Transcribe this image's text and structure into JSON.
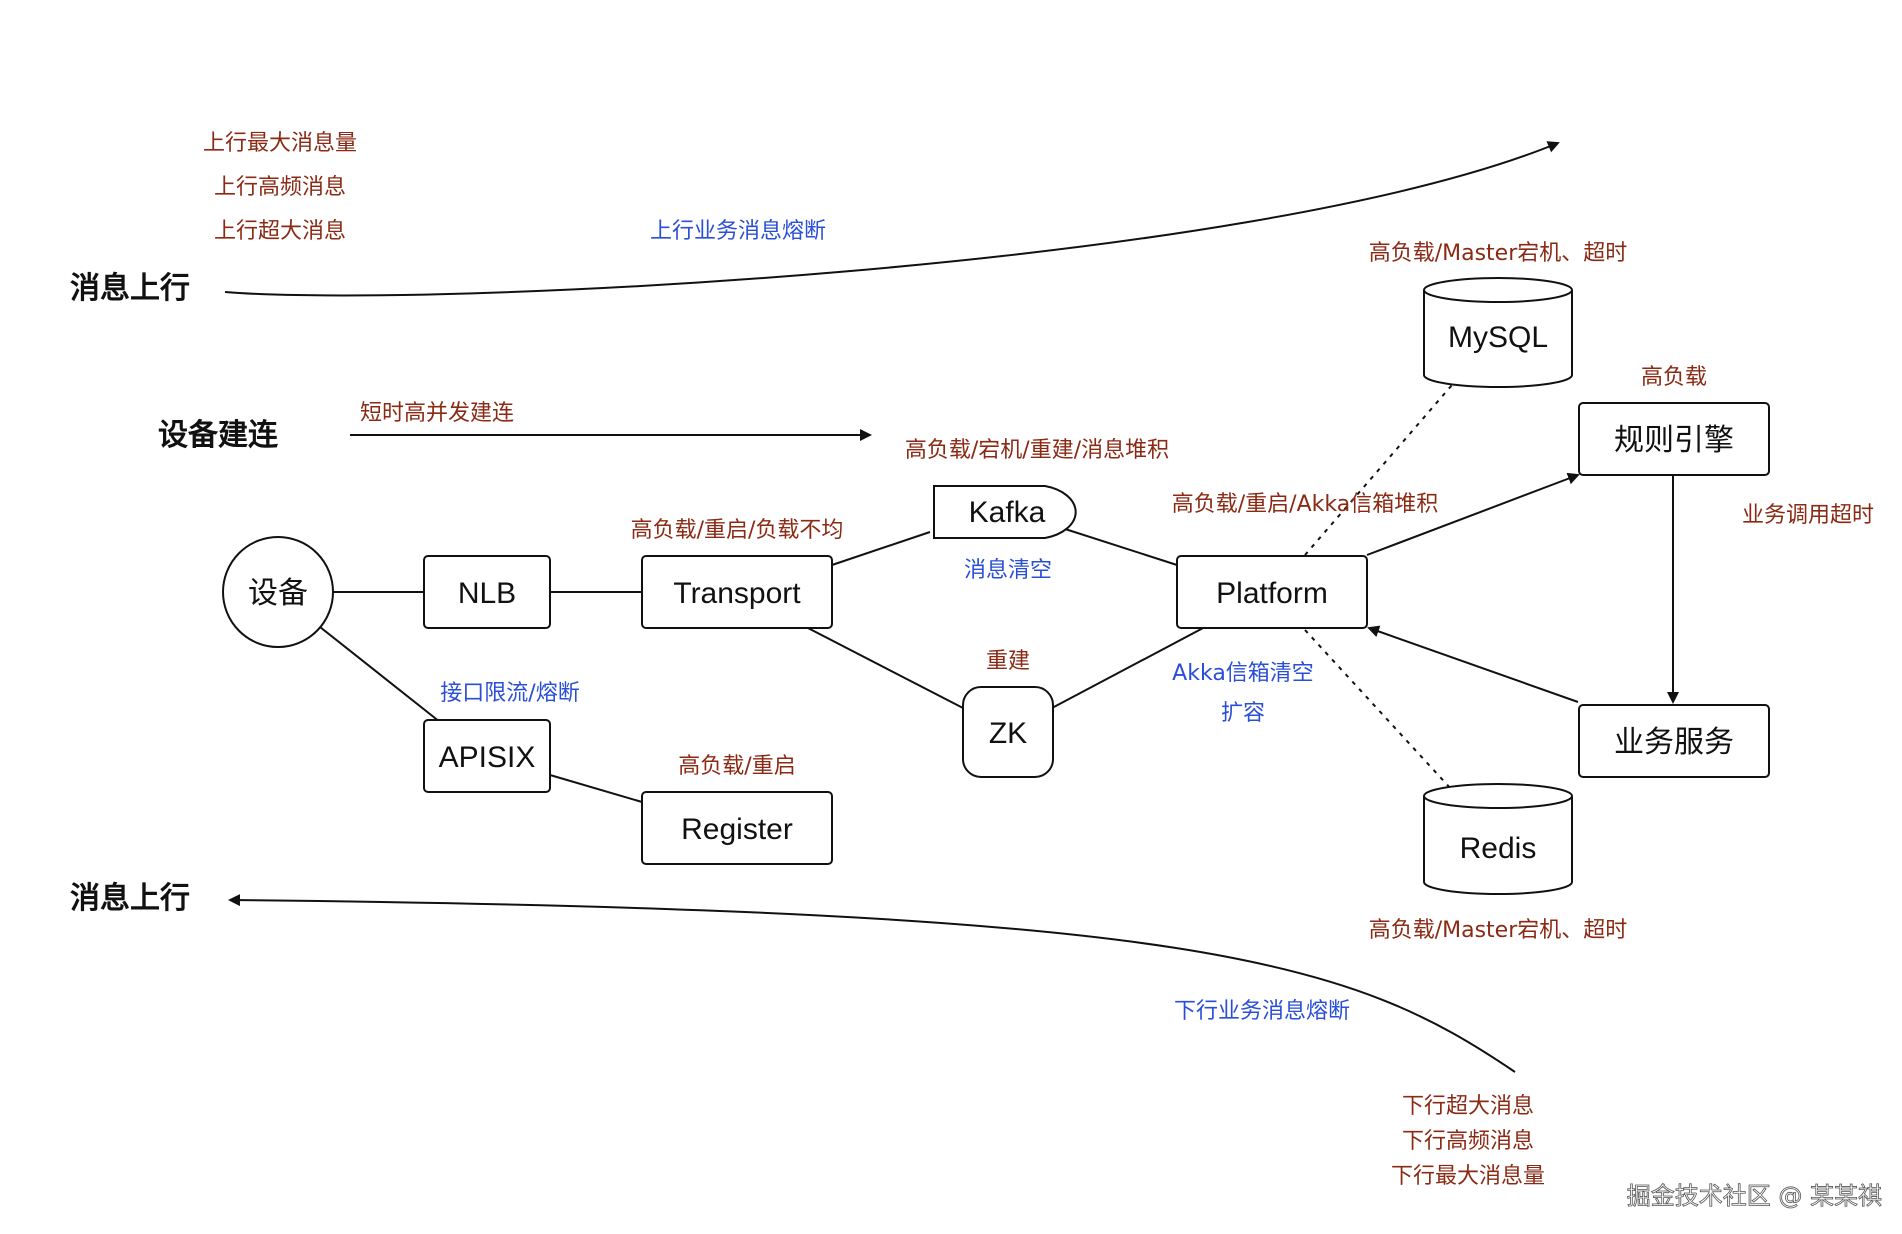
{
  "flows": {
    "uplink_top": "消息上行",
    "device_connect": "设备建连",
    "uplink_bottom": "消息上行"
  },
  "uplink_notes": [
    "上行最大消息量",
    "上行高频消息",
    "上行超大消息"
  ],
  "uplink_breaker": "上行业务消息熔断",
  "connect_note": "短时高并发建连",
  "nodes": {
    "device": "设备",
    "nlb": "NLB",
    "transport": "Transport",
    "kafka": "Kafka",
    "zk": "ZK",
    "platform": "Platform",
    "apisix": "APISIX",
    "register": "Register",
    "mysql": "MySQL",
    "redis": "Redis",
    "rule_engine": "规则引擎",
    "biz_service": "业务服务"
  },
  "issues": {
    "kafka": "高负载/宕机/重建/消息堆积",
    "transport": "高负载/重启/负载不均",
    "platform": "高负载/重启/Akka信箱堆积",
    "mysql": "高负载/Master宕机、超时",
    "redis": "高负载/Master宕机、超时",
    "rule_engine": "高负载",
    "biz_call": "业务调用超时",
    "zk": "重建",
    "register": "高负载/重启"
  },
  "mitigations": {
    "kafka": "消息清空",
    "apisix": "接口限流/熔断",
    "akka": "Akka信箱清空",
    "scale": "扩容"
  },
  "downlink_breaker": "下行业务消息熔断",
  "downlink_notes": [
    "下行超大消息",
    "下行高频消息",
    "下行最大消息量"
  ],
  "watermark": "掘金技术社区 @ 某某祺",
  "colors": {
    "issue": "#8b2a14",
    "mitigation": "#2a4fd6",
    "text": "#111111",
    "line": "#111111"
  }
}
